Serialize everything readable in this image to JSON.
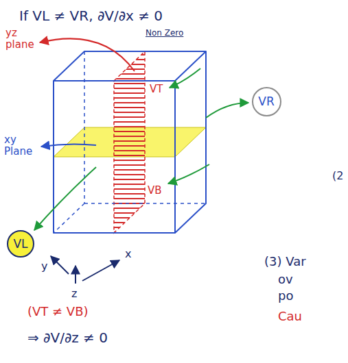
{
  "diagram": {
    "nodes": [
      {
        "text": [
          "VR"
        ]
      },
      {
        "text": [
          "VL"
        ]
      }
    ],
    "labels": [
      "If VL ≠ VR, ∂V/∂x ≠ 0",
      "Non Zero",
      "yz plane",
      "xy Plane",
      "VT",
      "(2",
      "VB",
      "y",
      "x",
      "z",
      "(3) Var",
      "ov",
      "po",
      "(VT ≠ VB)",
      "Cau",
      "⇒ ∂V/∂z ≠ 0"
    ]
  }
}
